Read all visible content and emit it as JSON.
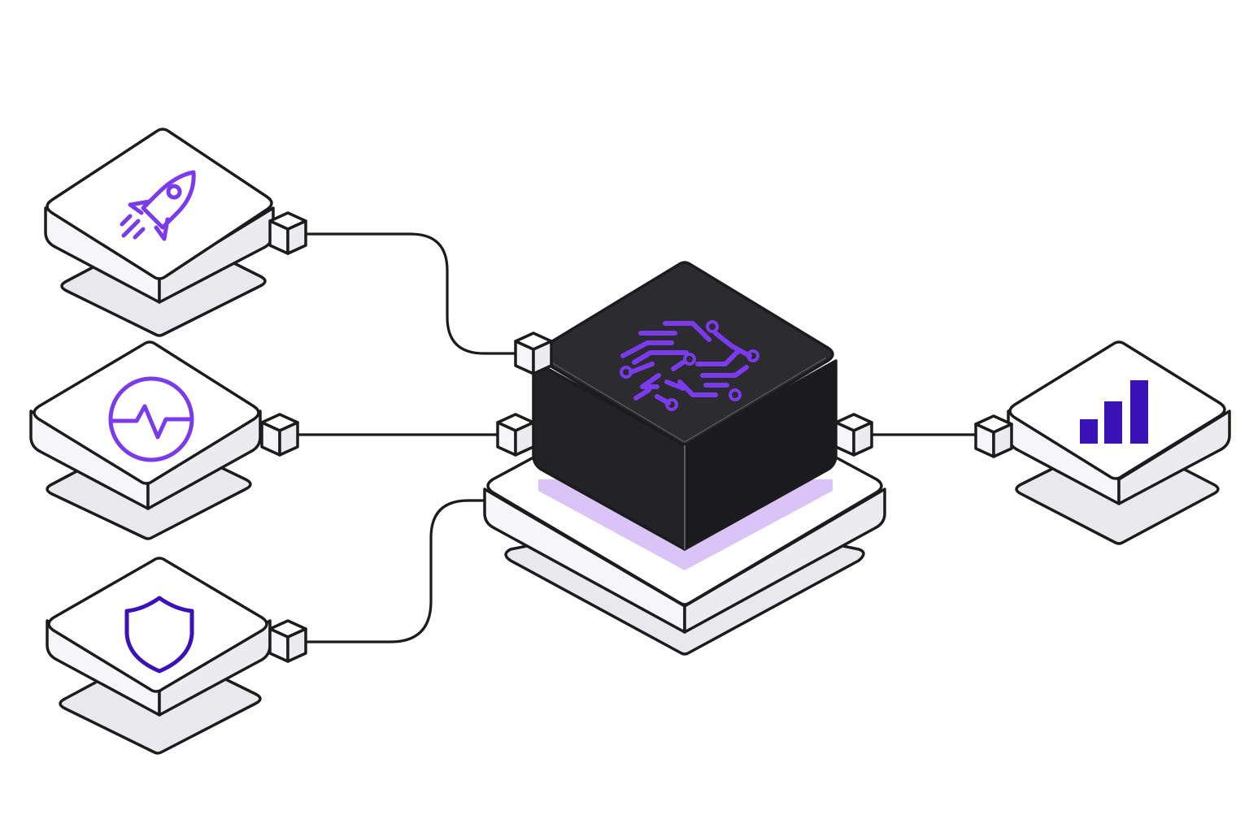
{
  "colors": {
    "background": "#ffffff",
    "outline": "#1c1c1f",
    "tile_top": "#ffffff",
    "tile_front": "#f6f6f8",
    "tile_side": "#ececf0",
    "shadow_tile": "#e9e9ed",
    "hub_cube_top": "#2b2b30",
    "hub_cube_front": "#232327",
    "hub_cube_side": "#1b1b1f",
    "accent_purple": "#7c3aed",
    "accent_indigo": "#3b12b8",
    "glow_lavender": "#d9c3f7"
  },
  "nodes": [
    {
      "id": "rocket",
      "icon": "rocket-icon"
    },
    {
      "id": "activity",
      "icon": "heartbeat-pulse-icon"
    },
    {
      "id": "security",
      "icon": "shield-icon"
    },
    {
      "id": "analytics",
      "icon": "bar-chart-icon"
    }
  ],
  "hub": {
    "icon": "neural-circuit-icon"
  },
  "edges": [
    {
      "from": "rocket",
      "to": "hub"
    },
    {
      "from": "activity",
      "to": "hub"
    },
    {
      "from": "security",
      "to": "hub"
    },
    {
      "from": "hub",
      "to": "analytics"
    }
  ]
}
